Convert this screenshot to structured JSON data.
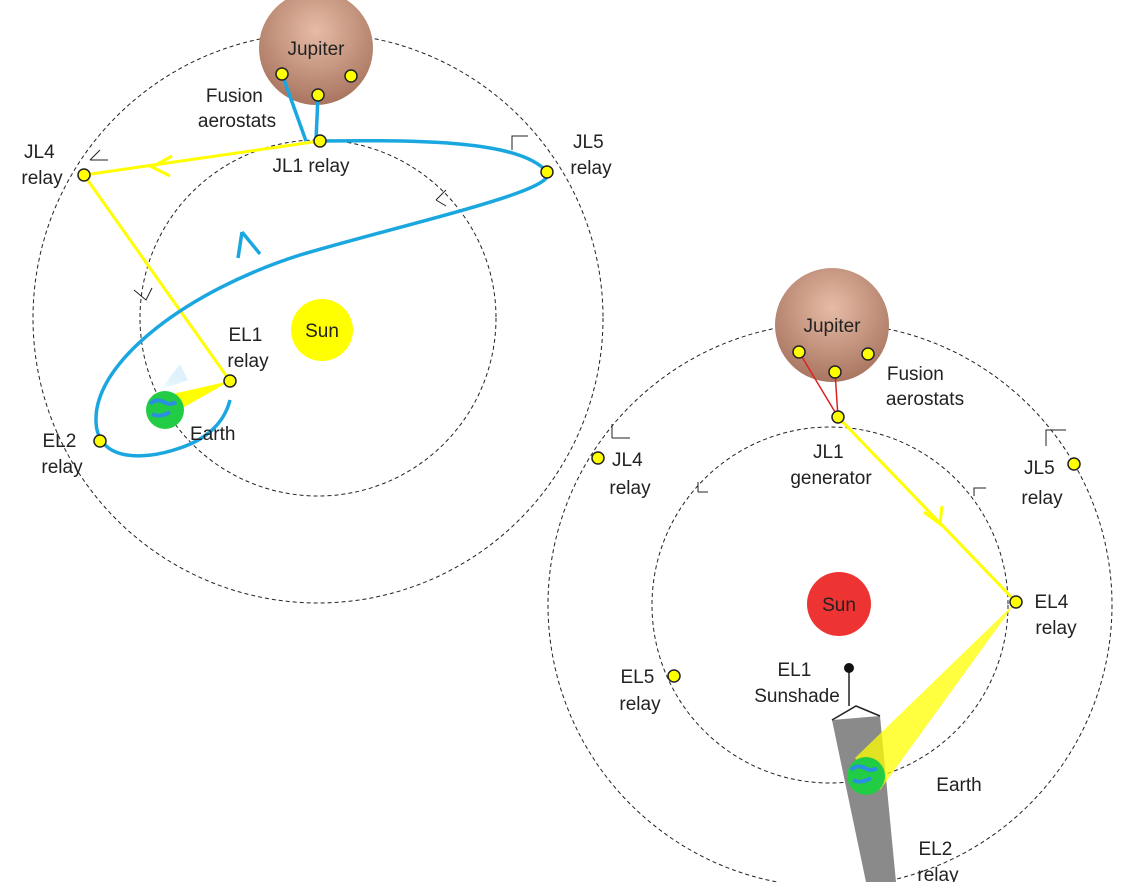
{
  "left_diagram": {
    "jupiter": "Jupiter",
    "sun": "Sun",
    "earth": "Earth",
    "fusion": [
      "Fusion",
      "aerostats"
    ],
    "jl1": "JL1 relay",
    "jl4": [
      "JL4",
      "relay"
    ],
    "jl5": [
      "JL5",
      "relay"
    ],
    "el1": [
      "EL1",
      "relay"
    ],
    "el2": [
      "EL2",
      "relay"
    ]
  },
  "right_diagram": {
    "jupiter": "Jupiter",
    "sun": "Sun",
    "earth": "Earth",
    "fusion": [
      "Fusion",
      "aerostats"
    ],
    "jl1": [
      "JL1",
      "generator"
    ],
    "jl4": [
      "JL4",
      "relay"
    ],
    "jl5": [
      "JL5",
      "relay"
    ],
    "el4": [
      "EL4",
      "relay"
    ],
    "el5": [
      "EL5",
      "relay"
    ],
    "el1": [
      "EL1",
      "Sunshade"
    ],
    "el2": [
      "EL2",
      "relay"
    ]
  },
  "colors": {
    "beam": "#ffff00",
    "transfer_path": "#1aa7e0",
    "jupiter": "#c8907a",
    "sun_left": "#ffff00",
    "sun_right": "#ee3333",
    "earth": "#22cc44",
    "tether": "#dd2222",
    "sunshade": "#8a8a8a"
  }
}
